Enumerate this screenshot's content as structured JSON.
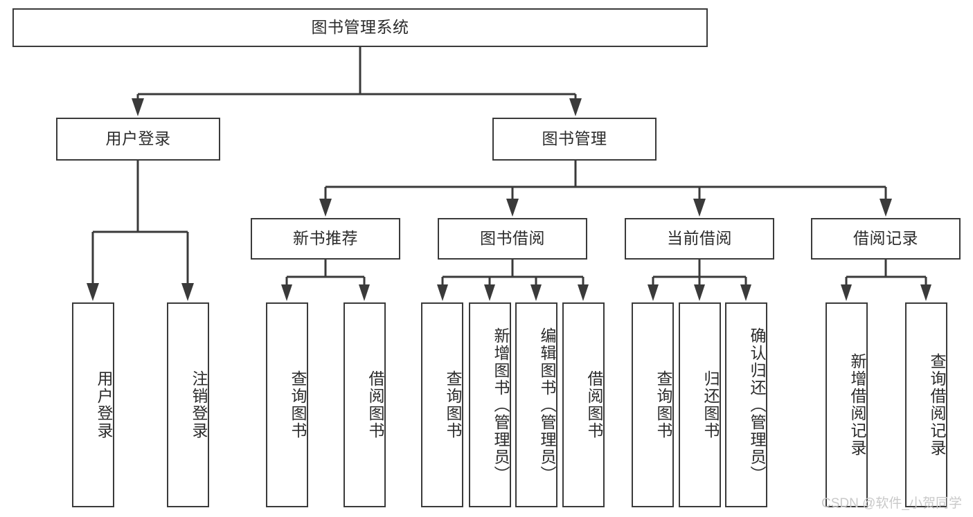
{
  "diagram": {
    "title": "图书管理系统",
    "type": "hierarchy-tree",
    "watermark": "CSDN @软件_小贺同学",
    "root": {
      "id": "root",
      "label": "图书管理系统"
    },
    "level2": [
      {
        "id": "user-login",
        "label": "用户登录"
      },
      {
        "id": "book-manage",
        "label": "图书管理"
      }
    ],
    "level3": [
      {
        "id": "new-book-recommend",
        "label": "新书推荐"
      },
      {
        "id": "book-borrow",
        "label": "图书借阅"
      },
      {
        "id": "current-borrow",
        "label": "当前借阅"
      },
      {
        "id": "borrow-record",
        "label": "借阅记录"
      }
    ],
    "leaves": {
      "user_login": [
        {
          "id": "leaf-user-login",
          "label": "用户登录"
        },
        {
          "id": "leaf-logout-login",
          "label": "注销登录"
        }
      ],
      "new_book_recommend": [
        {
          "id": "leaf-query-book-1",
          "label": "查询图书"
        },
        {
          "id": "leaf-borrow-book-1",
          "label": "借阅图书"
        }
      ],
      "book_borrow": [
        {
          "id": "leaf-query-book-2",
          "label": "查询图书"
        },
        {
          "id": "leaf-add-book",
          "label": "新增图书（管理员）"
        },
        {
          "id": "leaf-edit-book",
          "label": "编辑图书（管理员）"
        },
        {
          "id": "leaf-borrow-book-2",
          "label": "借阅图书"
        }
      ],
      "current_borrow": [
        {
          "id": "leaf-query-book-3",
          "label": "查询图书"
        },
        {
          "id": "leaf-return-book",
          "label": "归还图书"
        },
        {
          "id": "leaf-confirm-return",
          "label": "确认归还（管理员）"
        }
      ],
      "borrow_record": [
        {
          "id": "leaf-add-record",
          "label": "新增借阅记录"
        },
        {
          "id": "leaf-query-record",
          "label": "查询借阅记录"
        }
      ]
    },
    "colors": {
      "stroke": "#3a3a3a",
      "fill": "#ffffff",
      "text": "#2b2b2b",
      "watermark": "#c9c9c9"
    }
  }
}
